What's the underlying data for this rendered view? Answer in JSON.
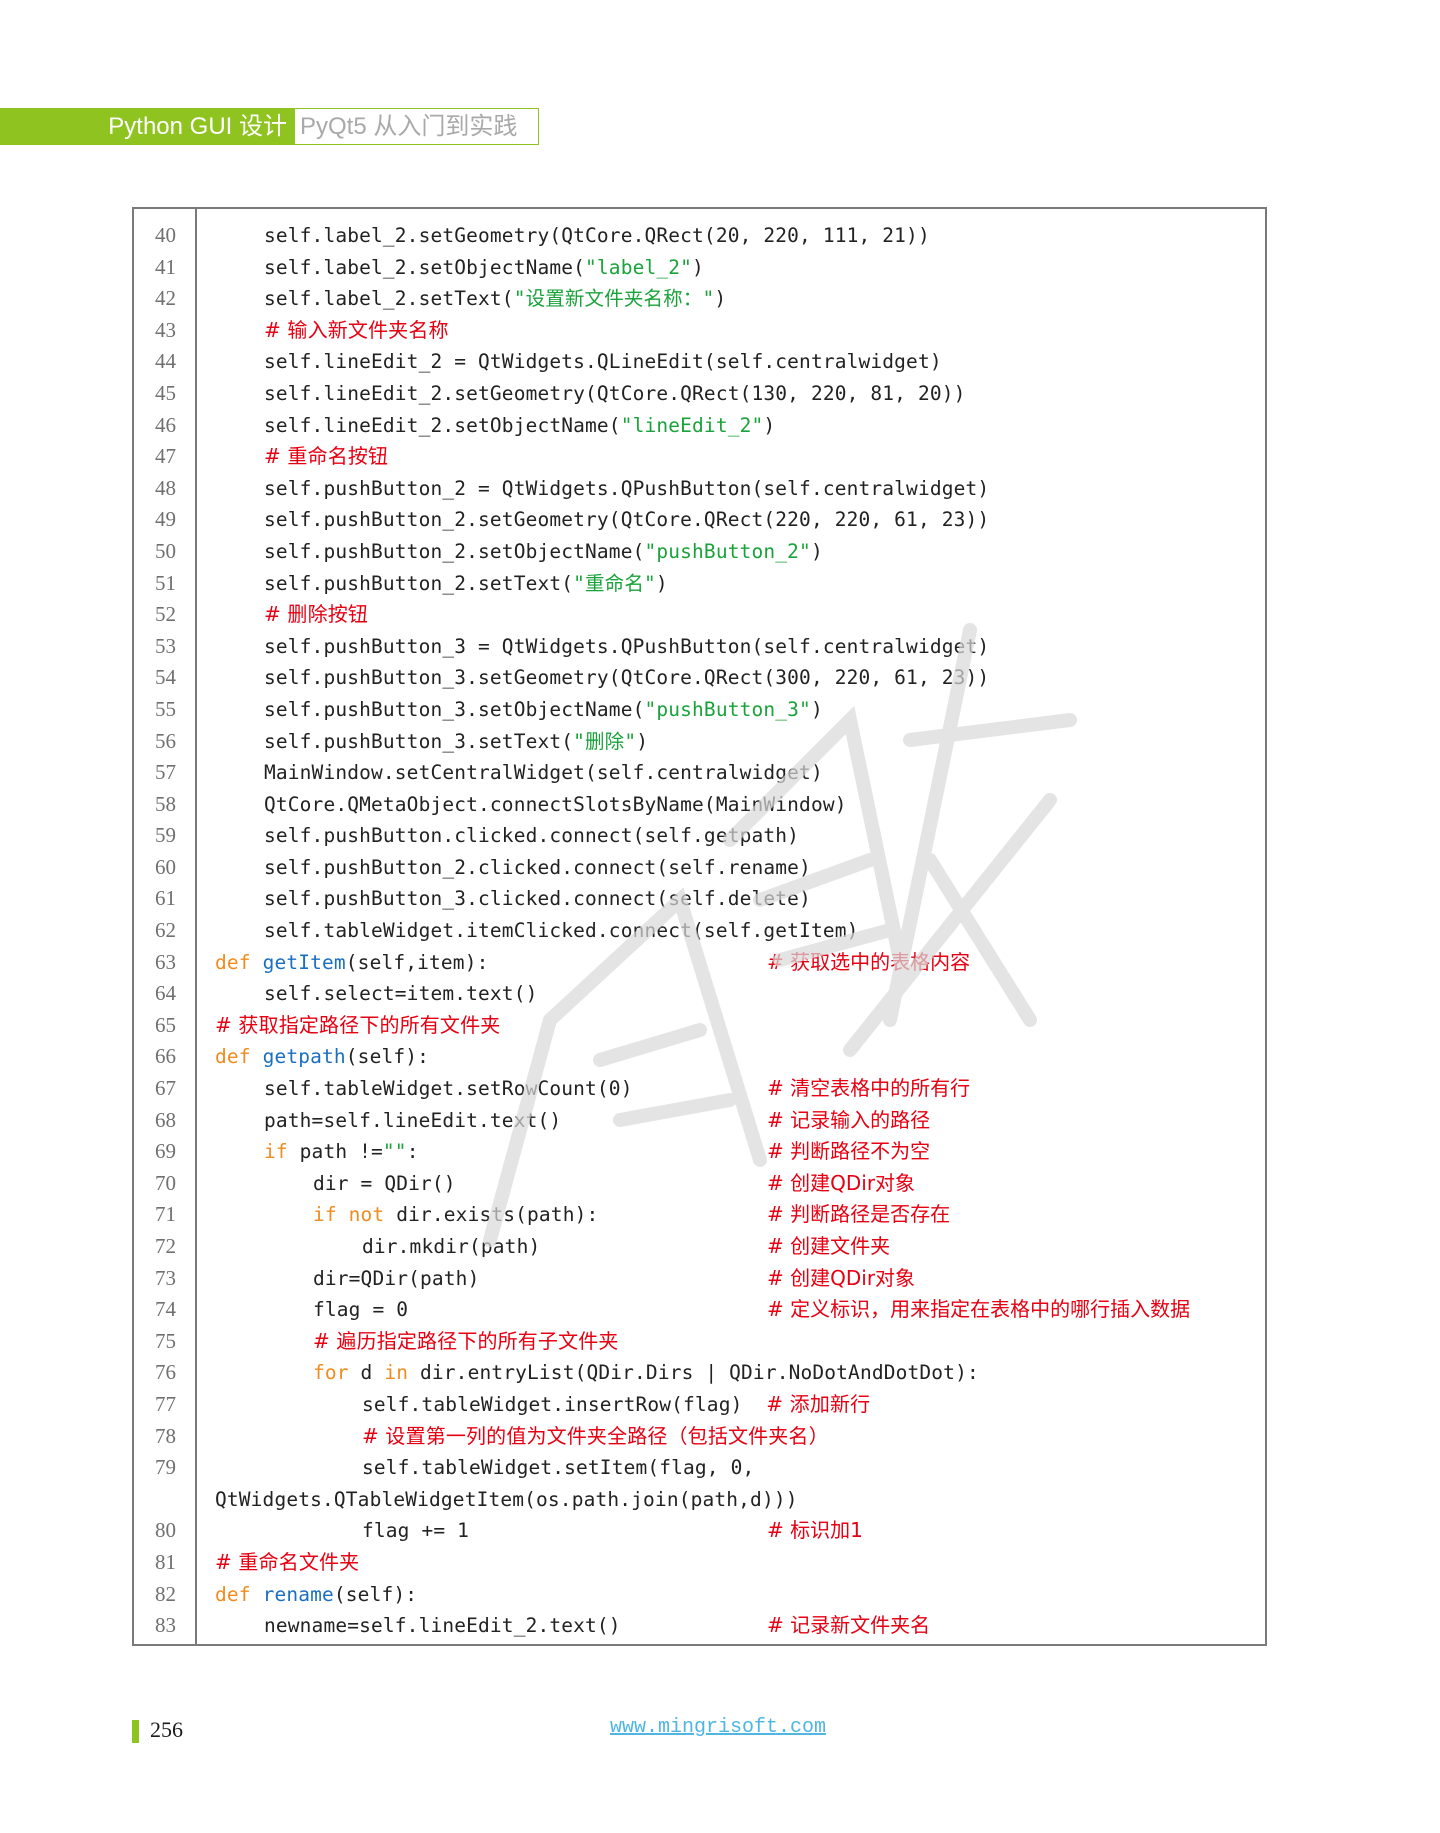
{
  "header": {
    "book_title": "Python GUI 设计",
    "book_subtitle": "PyQt5 从入门到实践"
  },
  "colors": {
    "brand_green": "#8fc31f",
    "keyword": "#f08c1e",
    "function_name": "#1a6fc0",
    "string": "#1aa33a",
    "comment": "#e60012",
    "line_number": "#707070"
  },
  "watermark": "明日科技",
  "code_listing": {
    "lines": [
      {
        "num": "40",
        "indent": 2,
        "segments": [
          {
            "t": "self.label_2.setGeometry(QtCore.QRect(20, 220, 111, 21))",
            "c": "plain"
          }
        ],
        "comment": ""
      },
      {
        "num": "41",
        "indent": 2,
        "segments": [
          {
            "t": "self.label_2.setObjectName(",
            "c": "plain"
          },
          {
            "t": "\"label_2\"",
            "c": "str"
          },
          {
            "t": ")",
            "c": "plain"
          }
        ],
        "comment": ""
      },
      {
        "num": "42",
        "indent": 2,
        "segments": [
          {
            "t": "self.label_2.setText(",
            "c": "plain"
          },
          {
            "t": "\"设置新文件夹名称：\"",
            "c": "str"
          },
          {
            "t": ")",
            "c": "plain"
          }
        ],
        "comment": ""
      },
      {
        "num": "43",
        "indent": 2,
        "segments": [
          {
            "t": "# 输入新文件夹名称",
            "c": "ic"
          }
        ],
        "comment": ""
      },
      {
        "num": "44",
        "indent": 2,
        "segments": [
          {
            "t": "self.lineEdit_2 = QtWidgets.QLineEdit(self.centralwidget)",
            "c": "plain"
          }
        ],
        "comment": ""
      },
      {
        "num": "45",
        "indent": 2,
        "segments": [
          {
            "t": "self.lineEdit_2.setGeometry(QtCore.QRect(130, 220, 81, 20))",
            "c": "plain"
          }
        ],
        "comment": ""
      },
      {
        "num": "46",
        "indent": 2,
        "segments": [
          {
            "t": "self.lineEdit_2.setObjectName(",
            "c": "plain"
          },
          {
            "t": "\"lineEdit_2\"",
            "c": "str"
          },
          {
            "t": ")",
            "c": "plain"
          }
        ],
        "comment": ""
      },
      {
        "num": "47",
        "indent": 2,
        "segments": [
          {
            "t": "# 重命名按钮",
            "c": "ic"
          }
        ],
        "comment": ""
      },
      {
        "num": "48",
        "indent": 2,
        "segments": [
          {
            "t": "self.pushButton_2 = QtWidgets.QPushButton(self.centralwidget)",
            "c": "plain"
          }
        ],
        "comment": ""
      },
      {
        "num": "49",
        "indent": 2,
        "segments": [
          {
            "t": "self.pushButton_2.setGeometry(QtCore.QRect(220, 220, 61, 23))",
            "c": "plain"
          }
        ],
        "comment": ""
      },
      {
        "num": "50",
        "indent": 2,
        "segments": [
          {
            "t": "self.pushButton_2.setObjectName(",
            "c": "plain"
          },
          {
            "t": "\"pushButton_2\"",
            "c": "str"
          },
          {
            "t": ")",
            "c": "plain"
          }
        ],
        "comment": ""
      },
      {
        "num": "51",
        "indent": 2,
        "segments": [
          {
            "t": "self.pushButton_2.setText(",
            "c": "plain"
          },
          {
            "t": "\"重命名\"",
            "c": "str"
          },
          {
            "t": ")",
            "c": "plain"
          }
        ],
        "comment": ""
      },
      {
        "num": "52",
        "indent": 2,
        "segments": [
          {
            "t": "# 删除按钮",
            "c": "ic"
          }
        ],
        "comment": ""
      },
      {
        "num": "53",
        "indent": 2,
        "segments": [
          {
            "t": "self.pushButton_3 = QtWidgets.QPushButton(self.centralwidget)",
            "c": "plain"
          }
        ],
        "comment": ""
      },
      {
        "num": "54",
        "indent": 2,
        "segments": [
          {
            "t": "self.pushButton_3.setGeometry(QtCore.QRect(300, 220, 61, 23))",
            "c": "plain"
          }
        ],
        "comment": ""
      },
      {
        "num": "55",
        "indent": 2,
        "segments": [
          {
            "t": "self.pushButton_3.setObjectName(",
            "c": "plain"
          },
          {
            "t": "\"pushButton_3\"",
            "c": "str"
          },
          {
            "t": ")",
            "c": "plain"
          }
        ],
        "comment": ""
      },
      {
        "num": "56",
        "indent": 2,
        "segments": [
          {
            "t": "self.pushButton_3.setText(",
            "c": "plain"
          },
          {
            "t": "\"删除\"",
            "c": "str"
          },
          {
            "t": ")",
            "c": "plain"
          }
        ],
        "comment": ""
      },
      {
        "num": "57",
        "indent": 2,
        "segments": [
          {
            "t": "MainWindow.setCentralWidget(self.centralwidget)",
            "c": "plain"
          }
        ],
        "comment": ""
      },
      {
        "num": "58",
        "indent": 2,
        "segments": [
          {
            "t": "QtCore.QMetaObject.connectSlotsByName(MainWindow)",
            "c": "plain"
          }
        ],
        "comment": ""
      },
      {
        "num": "59",
        "indent": 2,
        "segments": [
          {
            "t": "self.pushButton.clicked.connect(self.getpath)",
            "c": "plain"
          }
        ],
        "comment": ""
      },
      {
        "num": "60",
        "indent": 2,
        "segments": [
          {
            "t": "self.pushButton_2.clicked.connect(self.rename)",
            "c": "plain"
          }
        ],
        "comment": ""
      },
      {
        "num": "61",
        "indent": 2,
        "segments": [
          {
            "t": "self.pushButton_3.clicked.connect(self.delete)",
            "c": "plain"
          }
        ],
        "comment": ""
      },
      {
        "num": "62",
        "indent": 2,
        "segments": [
          {
            "t": "self.tableWidget.itemClicked.connect(self.getItem)",
            "c": "plain"
          }
        ],
        "comment": ""
      },
      {
        "num": "63",
        "indent": 1,
        "segments": [
          {
            "t": "def ",
            "c": "kw"
          },
          {
            "t": "getItem",
            "c": "fn"
          },
          {
            "t": "(self,item):",
            "c": "plain"
          }
        ],
        "comment": "# 获取选中的表格内容"
      },
      {
        "num": "64",
        "indent": 2,
        "segments": [
          {
            "t": "self.select=item.text()",
            "c": "plain"
          }
        ],
        "comment": ""
      },
      {
        "num": "65",
        "indent": 1,
        "segments": [
          {
            "t": "# 获取指定路径下的所有文件夹",
            "c": "ic"
          }
        ],
        "comment": ""
      },
      {
        "num": "66",
        "indent": 1,
        "segments": [
          {
            "t": "def ",
            "c": "kw"
          },
          {
            "t": "getpath",
            "c": "fn"
          },
          {
            "t": "(self):",
            "c": "plain"
          }
        ],
        "comment": ""
      },
      {
        "num": "67",
        "indent": 2,
        "segments": [
          {
            "t": "self.tableWidget.setRowCount(0)",
            "c": "plain"
          }
        ],
        "comment": "# 清空表格中的所有行"
      },
      {
        "num": "68",
        "indent": 2,
        "segments": [
          {
            "t": "path=self.lineEdit.text()",
            "c": "plain"
          }
        ],
        "comment": "# 记录输入的路径"
      },
      {
        "num": "69",
        "indent": 2,
        "segments": [
          {
            "t": "if",
            "c": "kw"
          },
          {
            "t": " path !=",
            "c": "plain"
          },
          {
            "t": "\"\"",
            "c": "str"
          },
          {
            "t": ":",
            "c": "plain"
          }
        ],
        "comment": "# 判断路径不为空"
      },
      {
        "num": "70",
        "indent": 3,
        "segments": [
          {
            "t": "dir = QDir()",
            "c": "plain"
          }
        ],
        "comment": "# 创建QDir对象"
      },
      {
        "num": "71",
        "indent": 3,
        "segments": [
          {
            "t": "if not",
            "c": "kw"
          },
          {
            "t": " dir.exists(path):",
            "c": "plain"
          }
        ],
        "comment": "# 判断路径是否存在"
      },
      {
        "num": "72",
        "indent": 4,
        "segments": [
          {
            "t": "dir.mkdir(path)",
            "c": "plain"
          }
        ],
        "comment": "# 创建文件夹"
      },
      {
        "num": "73",
        "indent": 3,
        "segments": [
          {
            "t": "dir=QDir(path)",
            "c": "plain"
          }
        ],
        "comment": "# 创建QDir对象"
      },
      {
        "num": "74",
        "indent": 3,
        "segments": [
          {
            "t": "flag = 0",
            "c": "plain"
          }
        ],
        "comment": "# 定义标识，用来指定在表格中的哪行插入数据"
      },
      {
        "num": "75",
        "indent": 3,
        "segments": [
          {
            "t": "# 遍历指定路径下的所有子文件夹",
            "c": "ic"
          }
        ],
        "comment": ""
      },
      {
        "num": "76",
        "indent": 3,
        "segments": [
          {
            "t": "for",
            "c": "kw"
          },
          {
            "t": " d ",
            "c": "plain"
          },
          {
            "t": "in",
            "c": "kw"
          },
          {
            "t": " dir.entryList(QDir.Dirs | QDir.NoDotAndDotDot):",
            "c": "plain"
          }
        ],
        "comment": ""
      },
      {
        "num": "77",
        "indent": 4,
        "segments": [
          {
            "t": "self.tableWidget.insertRow(flag)  ",
            "c": "plain"
          },
          {
            "t": "# 添加新行",
            "c": "ic"
          }
        ],
        "comment": ""
      },
      {
        "num": "78",
        "indent": 4,
        "segments": [
          {
            "t": "# 设置第一列的值为文件夹全路径（包括文件夹名）",
            "c": "ic"
          }
        ],
        "comment": ""
      },
      {
        "num": "79",
        "indent": 4,
        "segments": [
          {
            "t": "self.tableWidget.setItem(flag, 0,",
            "c": "plain"
          }
        ],
        "comment": ""
      },
      {
        "num": "",
        "indent": -1,
        "segments": [
          {
            "t": "QtWidgets.QTableWidgetItem(os.path.join(path,d)))",
            "c": "plain"
          }
        ],
        "comment": ""
      },
      {
        "num": "80",
        "indent": 4,
        "segments": [
          {
            "t": "flag += 1",
            "c": "plain"
          }
        ],
        "comment": "# 标识加1"
      },
      {
        "num": "81",
        "indent": 1,
        "segments": [
          {
            "t": "# 重命名文件夹",
            "c": "ic"
          }
        ],
        "comment": ""
      },
      {
        "num": "82",
        "indent": 1,
        "segments": [
          {
            "t": "def ",
            "c": "kw"
          },
          {
            "t": "rename",
            "c": "fn"
          },
          {
            "t": "(self):",
            "c": "plain"
          }
        ],
        "comment": ""
      },
      {
        "num": "83",
        "indent": 2,
        "segments": [
          {
            "t": "newname=self.lineEdit_2.text()",
            "c": "plain"
          }
        ],
        "comment": "# 记录新文件夹名"
      }
    ]
  },
  "footer": {
    "page_number": "256",
    "url": "www.mingrisoft.com"
  }
}
